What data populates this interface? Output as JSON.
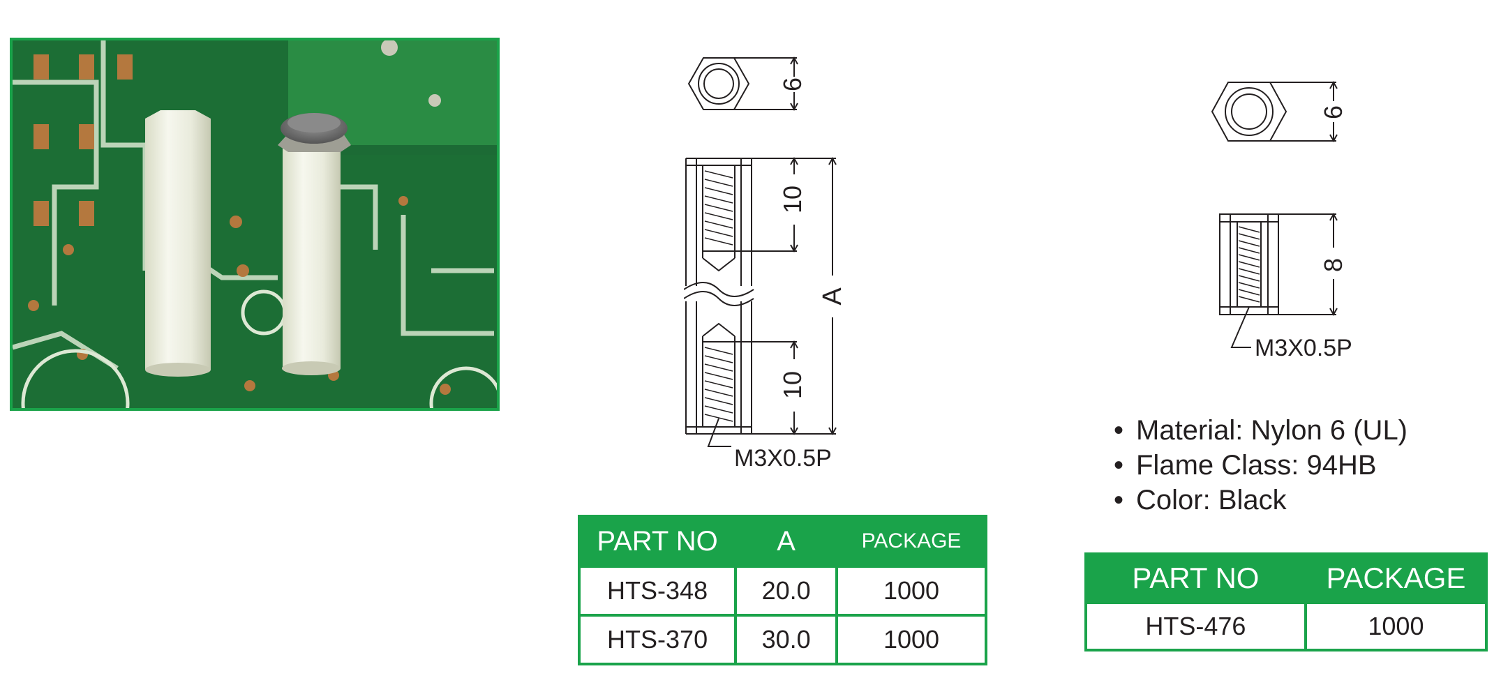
{
  "left_drawing": {
    "hex_dim": "6",
    "thread_depth_top": "10",
    "thread_depth_bottom": "10",
    "overall_length": "A",
    "thread_spec": "M3X0.5P"
  },
  "right_drawing": {
    "hex_dim": "6",
    "length": "8",
    "thread_spec": "M3X0.5P"
  },
  "specs": [
    "Material: Nylon 6 (UL)",
    "Flame Class: 94HB",
    "Color: Black"
  ],
  "table_left": {
    "headers": [
      "PART NO",
      "A",
      "PACKAGE"
    ],
    "rows": [
      [
        "HTS-348",
        "20.0",
        "1000"
      ],
      [
        "HTS-370",
        "30.0",
        "1000"
      ]
    ]
  },
  "table_right": {
    "headers": [
      "PART NO",
      "PACKAGE"
    ],
    "rows": [
      [
        "HTS-476",
        "1000"
      ]
    ]
  },
  "colors": {
    "accent_green": "#1aa34a",
    "pcb_green": "#1f7a3c",
    "line": "#231f20"
  }
}
